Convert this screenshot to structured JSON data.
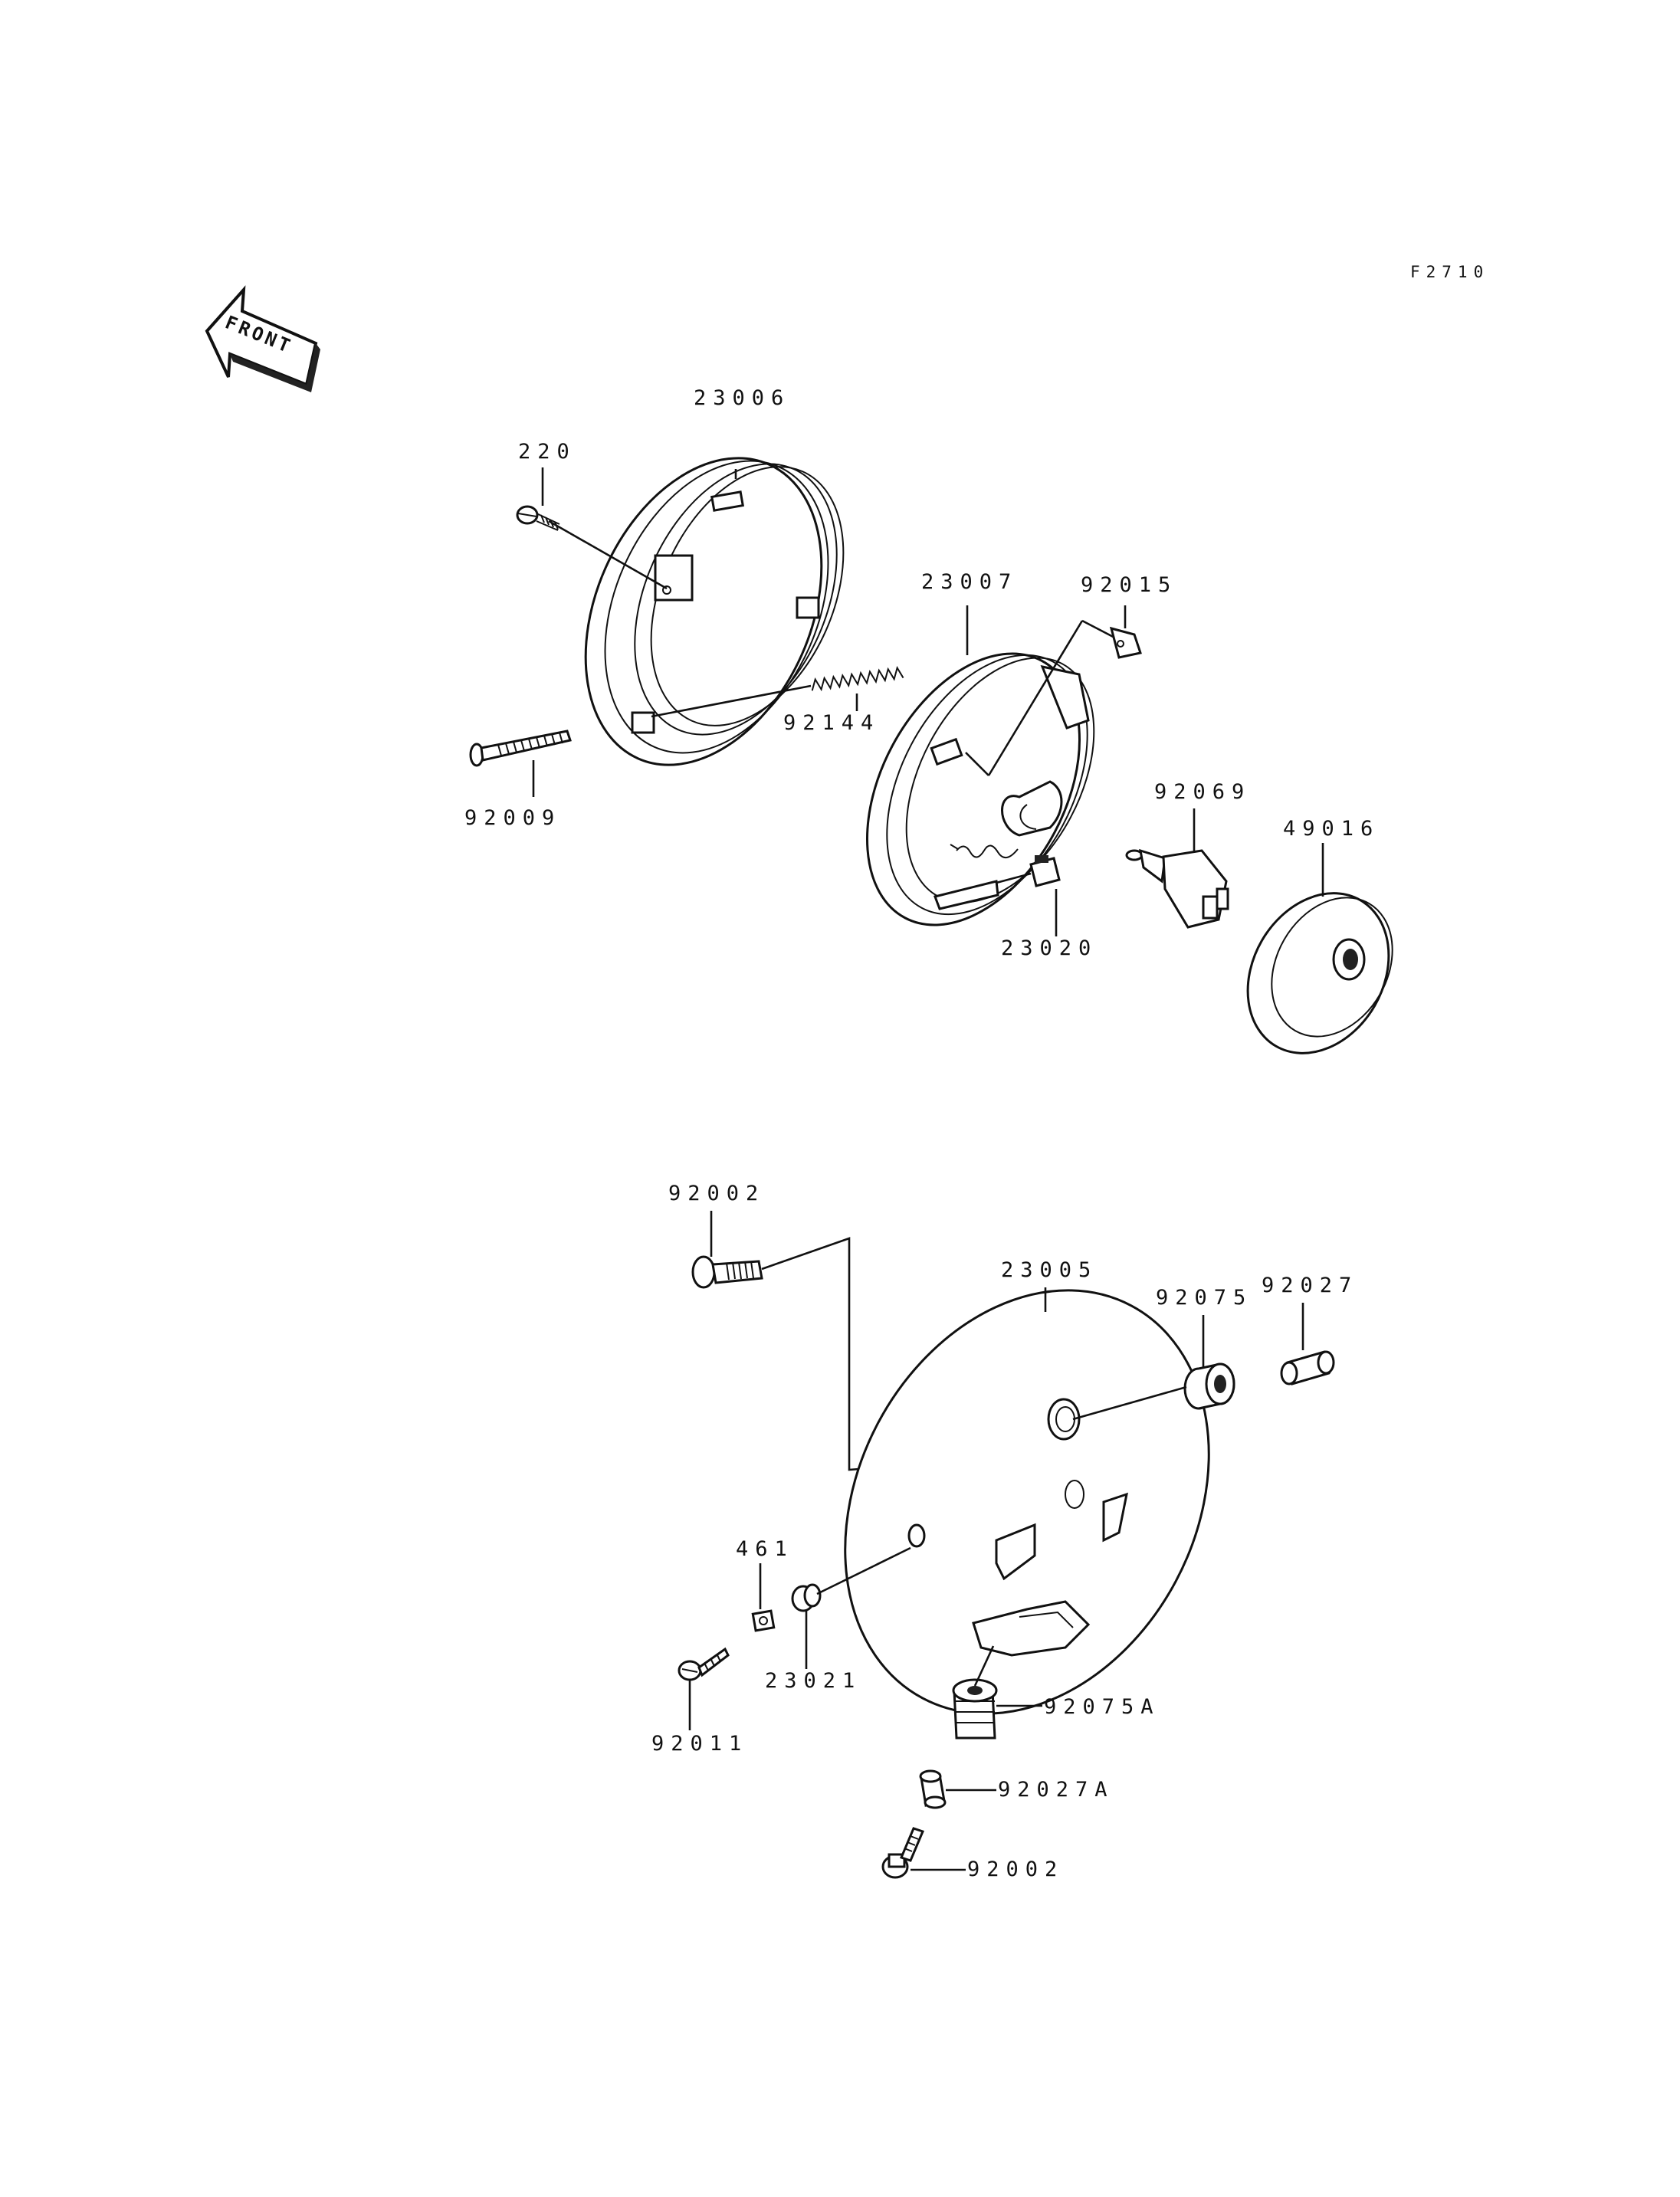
{
  "figure_code": "F2710",
  "front_arrow_label": "FRONT",
  "parts": {
    "p23006": "23006",
    "p220": "220",
    "p92144": "92144",
    "p92009": "92009",
    "p23007": "23007",
    "p92015": "92015",
    "p23020": "23020",
    "p92069": "92069",
    "p49016": "49016",
    "p92002a": "92002",
    "p23005": "23005",
    "p92075": "92075",
    "p92027": "92027",
    "p461": "461",
    "p23021": "23021",
    "p92011": "92011",
    "p92075A": "92075A",
    "p92027A": "92027A",
    "p92002b": "92002"
  }
}
